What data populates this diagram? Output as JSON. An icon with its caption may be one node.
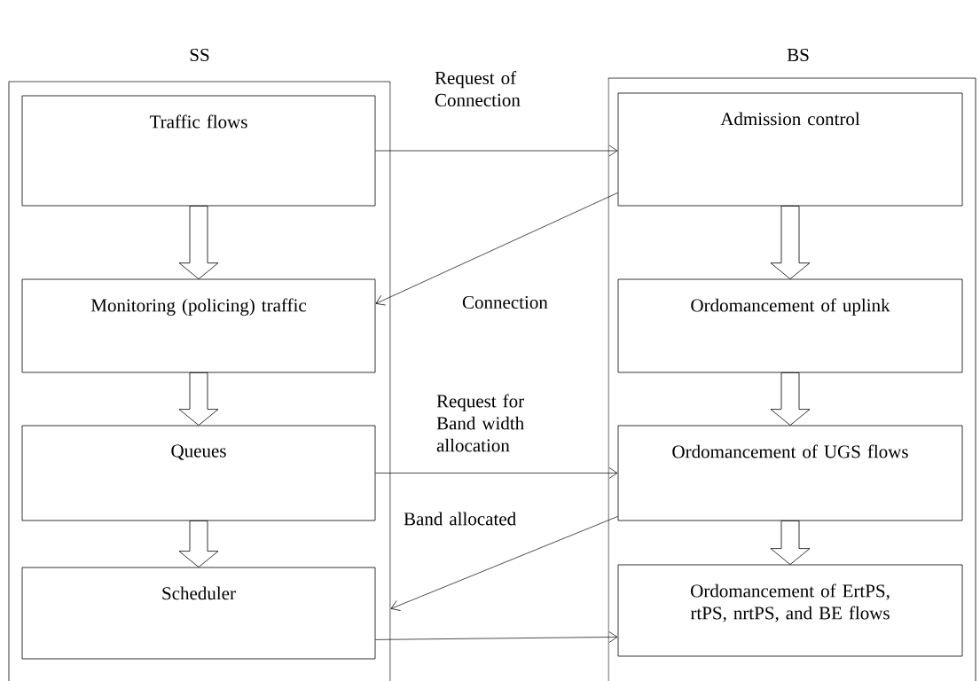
{
  "diagram": {
    "nodes": [
      {
        "text": [
          "SS"
        ]
      },
      {
        "text": [
          "Traffic flows"
        ],
        "in": 0
      },
      {
        "text": [
          "Monitoring (policing) traffic"
        ],
        "in": 0
      },
      {
        "text": [
          "Queues"
        ],
        "in": 0
      },
      {
        "text": [
          "Scheduler"
        ],
        "in": 0
      },
      {
        "text": [
          "BS"
        ]
      },
      {
        "text": [
          "Admission control"
        ],
        "in": 5
      },
      {
        "text": [
          "Ordomancement of uplink"
        ],
        "in": 5
      },
      {
        "text": [
          "Ordomancement of UGS flows"
        ],
        "in": 5
      },
      {
        "text": [
          "Ordomancement of ErtPS, rtPS, nrtPS, and BE flows"
        ],
        "in": 5
      }
    ],
    "edges": [
      {
        "from": 1,
        "to": 6,
        "arrow": "to",
        "label": "Request of Connection"
      },
      {
        "from": 6,
        "to": 2,
        "arrow": "to",
        "label": "Connection"
      },
      {
        "from": 3,
        "to": 8,
        "arrow": "to",
        "label": "Request for Band width allocation"
      },
      {
        "from": 8,
        "to": 4,
        "arrow": "to",
        "label": "Band allocated"
      },
      {
        "from": 4,
        "to": 9,
        "arrow": "to"
      },
      {
        "from": 1,
        "to": 2,
        "arrow": "to",
        "style": "thick"
      },
      {
        "from": 2,
        "to": 3,
        "arrow": "to",
        "style": "thick"
      },
      {
        "from": 3,
        "to": 4,
        "arrow": "to",
        "style": "thick"
      },
      {
        "from": 6,
        "to": 7,
        "arrow": "to",
        "style": "thick"
      },
      {
        "from": 7,
        "to": 8,
        "arrow": "to",
        "style": "thick"
      },
      {
        "from": 8,
        "to": 9,
        "arrow": "to",
        "style": "thick"
      }
    ]
  }
}
